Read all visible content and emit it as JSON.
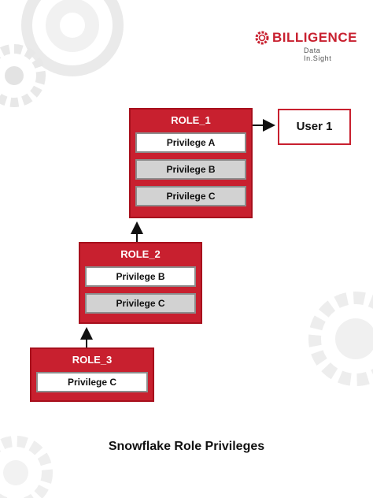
{
  "brand": {
    "name": "BILLIGENCE",
    "tagline": "Data In.Sight",
    "accent_color": "#c8202f",
    "icon": "gear-logo-icon"
  },
  "roles": [
    {
      "name": "ROLE_1",
      "privileges": [
        {
          "label": "Privilege A",
          "style": "white"
        },
        {
          "label": "Privilege B",
          "style": "gray"
        },
        {
          "label": "Privilege C",
          "style": "gray"
        }
      ]
    },
    {
      "name": "ROLE_2",
      "privileges": [
        {
          "label": "Privilege B",
          "style": "white"
        },
        {
          "label": "Privilege C",
          "style": "gray"
        }
      ]
    },
    {
      "name": "ROLE_3",
      "privileges": [
        {
          "label": "Privilege C",
          "style": "white"
        }
      ]
    }
  ],
  "user": {
    "label": "User 1"
  },
  "caption": "Snowflake Role Privileges",
  "colors": {
    "role_fill": "#c8202f",
    "privilege_gray": "#d2d2d2",
    "background_gear": "#eeeeee"
  }
}
